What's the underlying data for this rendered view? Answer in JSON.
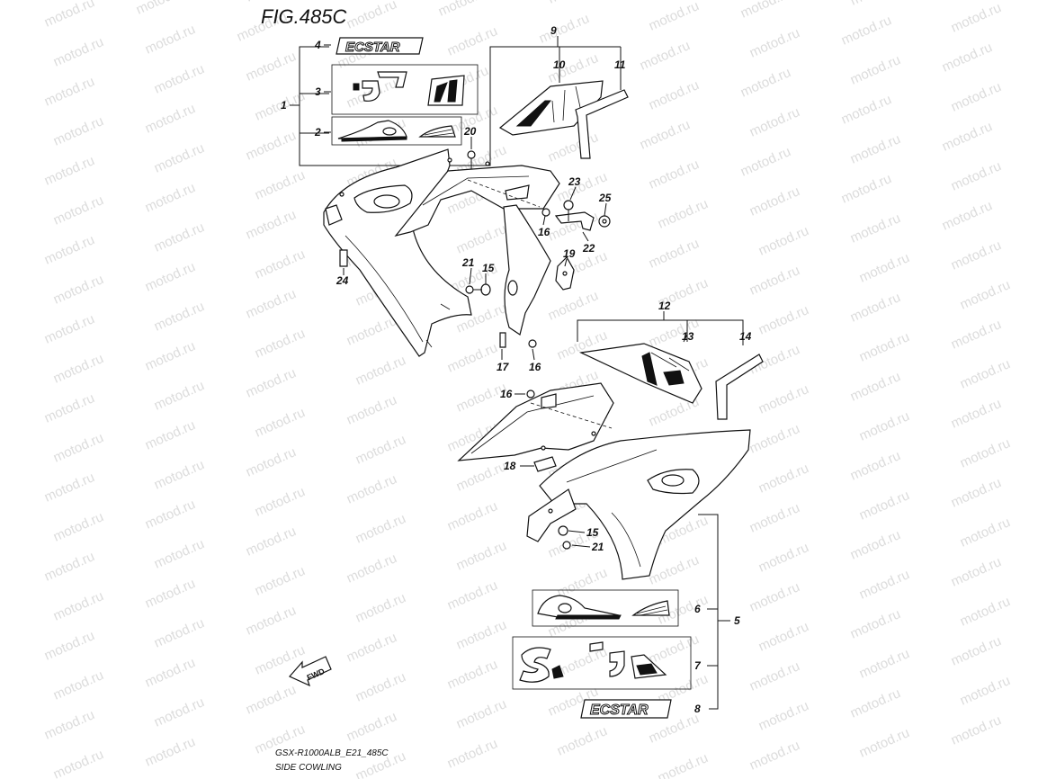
{
  "figure": {
    "title": "FIG.485C",
    "caption_code": "GSX-R1000ALB_E21_485C",
    "caption_name": "SIDE COWLING",
    "watermark_text": "motod.ru",
    "fwd_label": "FWD",
    "emblem_text": "ECSTAR"
  },
  "callouts": {
    "c1": "1",
    "c2": "2",
    "c3": "3",
    "c4": "4",
    "c5": "5",
    "c6": "6",
    "c7": "7",
    "c8": "8",
    "c9": "9",
    "c10": "10",
    "c11": "11",
    "c12": "12",
    "c13": "13",
    "c14": "14",
    "c15a": "15",
    "c15b": "15",
    "c16a": "16",
    "c16b": "16",
    "c16c": "16",
    "c17": "17",
    "c18": "18",
    "c19": "19",
    "c20": "20",
    "c21a": "21",
    "c21b": "21",
    "c22": "22",
    "c23": "23",
    "c24": "24",
    "c25": "25"
  },
  "colors": {
    "ink": "#111111",
    "watermark": "#dcdcdc",
    "background": "#ffffff"
  }
}
